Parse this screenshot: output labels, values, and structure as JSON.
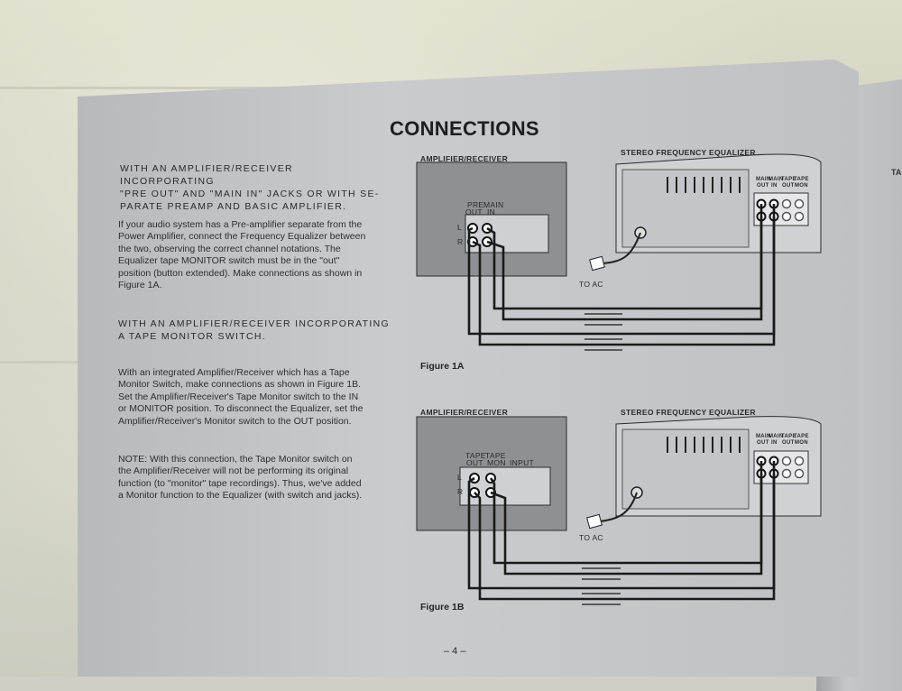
{
  "page": {
    "title": "CONNECTIONS",
    "number": "– 4 –"
  },
  "section1": {
    "heading": [
      "WITH AN AMPLIFIER/RECEIVER INCORPORATING",
      "\"PRE OUT\" AND \"MAIN IN\" JACKS OR WITH SE-",
      "PARATE PREAMP AND BASIC AMPLIFIER."
    ],
    "body": [
      "If your audio system has a Pre-amplifier separate from the",
      "Power Amplifier, connect the Frequency Equalizer between",
      "the two, observing the correct channel notations. The",
      "Equalizer tape MONITOR switch must be in the \"out\"",
      "position (button extended). Make connections as shown in",
      "Figure 1A."
    ]
  },
  "section2": {
    "heading": [
      "WITH AN AMPLIFIER/RECEIVER INCORPORATING",
      "A TAPE MONITOR SWITCH."
    ],
    "body": [
      "With an integrated Amplifier/Receiver which has a Tape",
      "Monitor Switch, make connections as shown in Figure 1B.",
      "Set the Amplifier/Receiver's Tape Monitor switch to the IN",
      "or MONITOR position. To disconnect the Equalizer, set the",
      "Amplifier/Receiver's Monitor switch to the OUT position."
    ]
  },
  "note": {
    "body": [
      "NOTE: With this connection, the Tape Monitor switch on",
      "the Amplifier/Receiver will not be performing its original",
      "function (to \"monitor\" tape recordings). Thus, we've added",
      "a Monitor function to the Equalizer (with switch and jacks)."
    ]
  },
  "figure1a": {
    "amp_label": "AMPLIFIER/RECEIVER",
    "eq_label": "STEREO FREQUENCY EQUALIZER",
    "jack1": "PRE",
    "jack1b": "OUT",
    "jack2": "MAIN",
    "jack2b": "IN",
    "ch_l": "L",
    "ch_r": "R",
    "to_ac": "TO AC",
    "caption": "Figure 1A"
  },
  "figure1b": {
    "amp_label": "AMPLIFIER/RECEIVER",
    "eq_label": "STEREO FREQUENCY EQUALIZER",
    "jack1": "TAPE",
    "jack1b": "OUT",
    "jack2": "TAPE",
    "jack2b": "MON",
    "input": "INPUT",
    "ch_l": "L",
    "ch_r": "R",
    "to_ac": "TO AC",
    "caption": "Figure 1B"
  },
  "eq_panel": {
    "jacks_a": [
      "MAIN",
      "OUT"
    ],
    "jacks_b": [
      "MAIN",
      "IN"
    ],
    "jacks_c": [
      "TAPE",
      "OUT"
    ],
    "jacks_d": [
      "TAPE",
      "MON"
    ]
  },
  "next_page": {
    "fragment": "TA"
  }
}
